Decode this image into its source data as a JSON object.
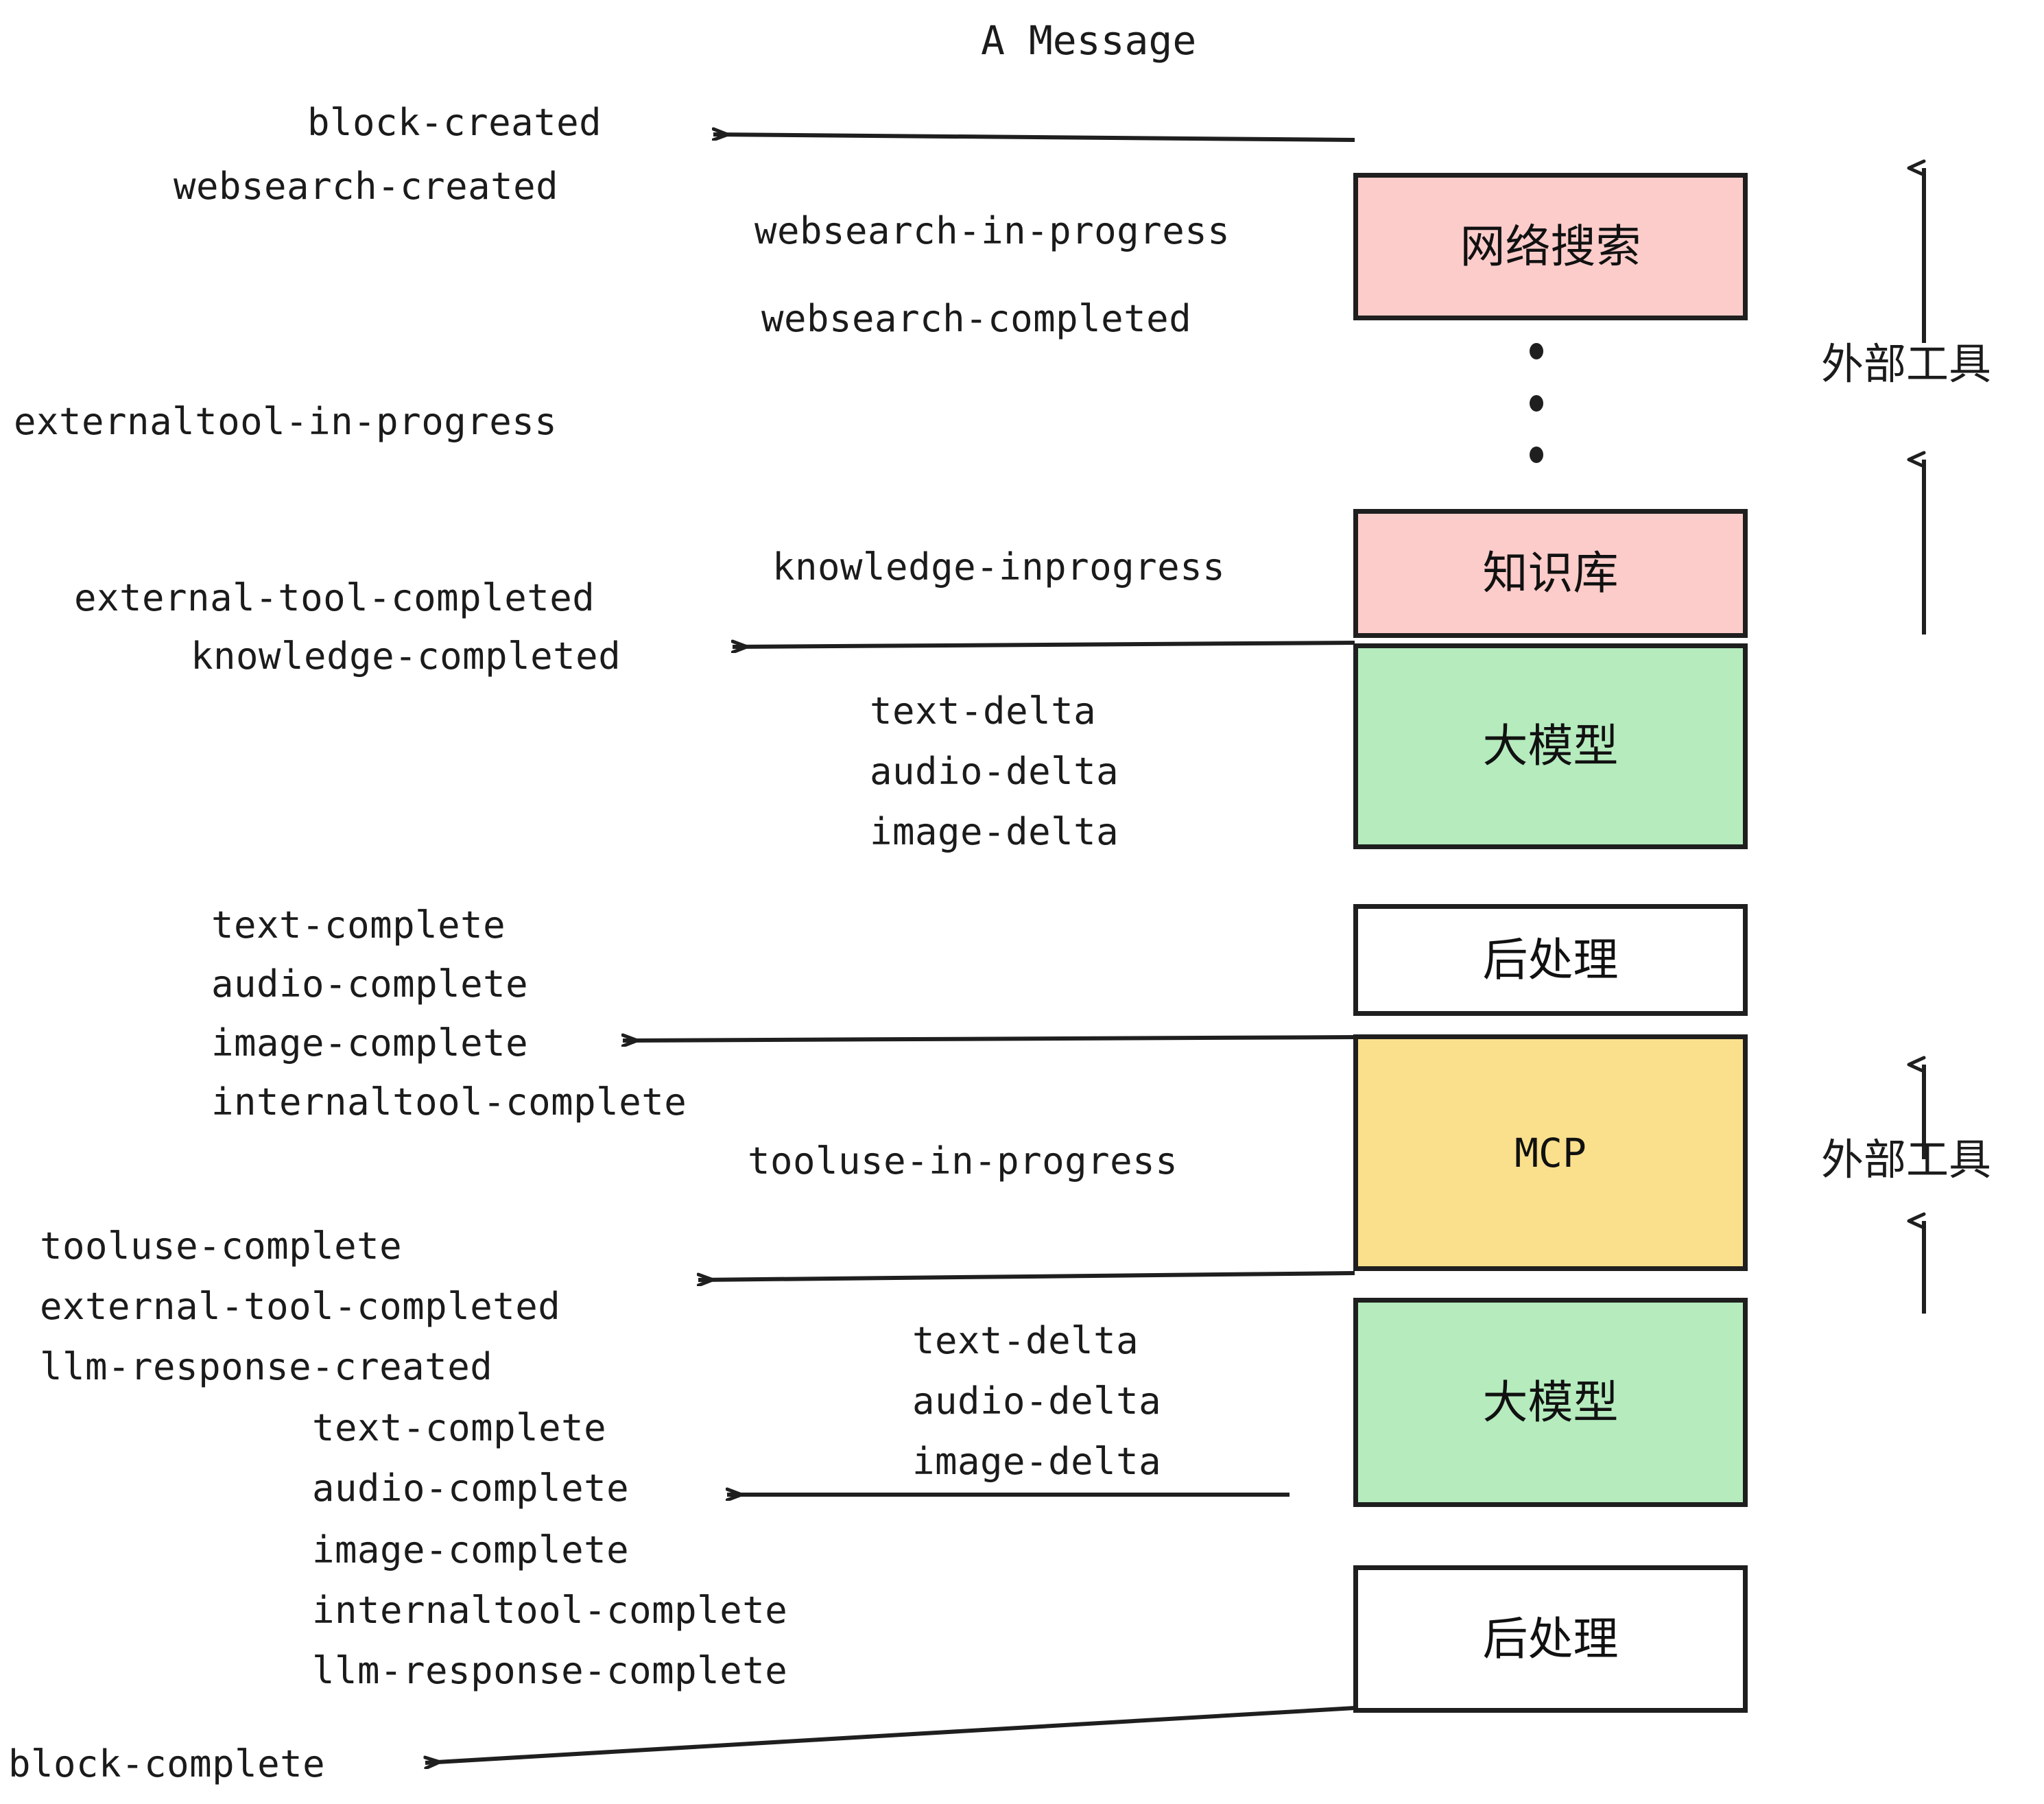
{
  "diagram": {
    "title": "A Message",
    "colors": {
      "pink": "#fbccca",
      "green": "#b5ebbd",
      "yellow": "#fae08c",
      "white": "#ffffff",
      "stroke": "#1f1f1f",
      "text": "#1b1b1b"
    },
    "nodes": [
      {
        "id": "websearch",
        "label": "网络搜索",
        "fill": "#fbccca",
        "lang": "cn"
      },
      {
        "id": "knowledge",
        "label": "知识库",
        "fill": "#fbccca",
        "lang": "cn"
      },
      {
        "id": "llm-1",
        "label": "大模型",
        "fill": "#b5ebbd",
        "lang": "cn"
      },
      {
        "id": "postproc-1",
        "label": "后处理",
        "fill": "#ffffff",
        "lang": "cn"
      },
      {
        "id": "mcp",
        "label": "MCP",
        "fill": "#fae08c",
        "lang": "latin"
      },
      {
        "id": "llm-2",
        "label": "大模型",
        "fill": "#b5ebbd",
        "lang": "cn"
      },
      {
        "id": "postproc-2",
        "label": "后处理",
        "fill": "#ffffff",
        "lang": "cn"
      }
    ],
    "group_labels": [
      {
        "id": "external-tools-top",
        "label": "外部工具"
      },
      {
        "id": "external-tools-bottom",
        "label": "外部工具"
      }
    ],
    "events": {
      "block_created": "block-created",
      "websearch_created": "websearch-created",
      "websearch_in_progress": "websearch-in-progress",
      "websearch_completed": "websearch-completed",
      "externaltool_in_progress": "externaltool-in-progress",
      "knowledge_inprogress": "knowledge-inprogress",
      "external_tool_completed_1": "external-tool-completed",
      "knowledge_completed": "knowledge-completed",
      "text_delta_1": "text-delta",
      "audio_delta_1": "audio-delta",
      "image_delta_1": "image-delta",
      "text_complete_1": "text-complete",
      "audio_complete_1": "audio-complete",
      "image_complete_1": "image-complete",
      "internaltool_complete_1": "internaltool-complete",
      "tooluse_in_progress": "tooluse-in-progress",
      "tooluse_complete": "tooluse-complete",
      "external_tool_completed_2": "external-tool-completed",
      "llm_response_created": "llm-response-created",
      "text_delta_2": "text-delta",
      "audio_delta_2": "audio-delta",
      "image_delta_2": "image-delta",
      "text_complete_2": "text-complete",
      "audio_complete_2": "audio-complete",
      "image_complete_2": "image-complete",
      "internaltool_complete_2": "internaltool-complete",
      "llm_response_complete": "llm-response-complete",
      "block_complete": "block-complete"
    }
  }
}
